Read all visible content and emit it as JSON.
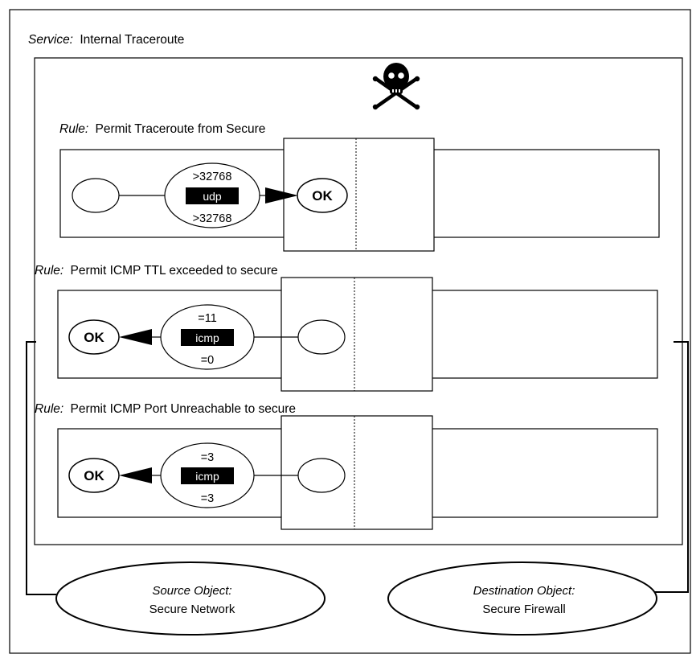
{
  "service": {
    "prefix": "Service:",
    "name": "Internal Traceroute",
    "icon": "skull-crossbones-icon"
  },
  "rules": [
    {
      "prefix": "Rule:",
      "name": "Permit Traceroute from Secure",
      "port_top": ">32768",
      "protocol": "udp",
      "port_bottom": ">32768",
      "result": "OK",
      "direction": "right"
    },
    {
      "prefix": "Rule:",
      "name": "Permit ICMP TTL exceeded to secure",
      "port_top": "=11",
      "protocol": "icmp",
      "port_bottom": "=0",
      "result": "OK",
      "direction": "left"
    },
    {
      "prefix": "Rule:",
      "name": "Permit ICMP Port Unreachable to secure",
      "port_top": "=3",
      "protocol": "icmp",
      "port_bottom": "=3",
      "result": "OK",
      "direction": "left"
    }
  ],
  "source_object": {
    "title": "Source Object:",
    "name": "Secure Network"
  },
  "destination_object": {
    "title": "Destination Object:",
    "name": "Secure Firewall"
  },
  "colors": {
    "line": "#000000",
    "background": "#ffffff",
    "protocol_fill": "#000000",
    "protocol_text": "#ffffff"
  }
}
